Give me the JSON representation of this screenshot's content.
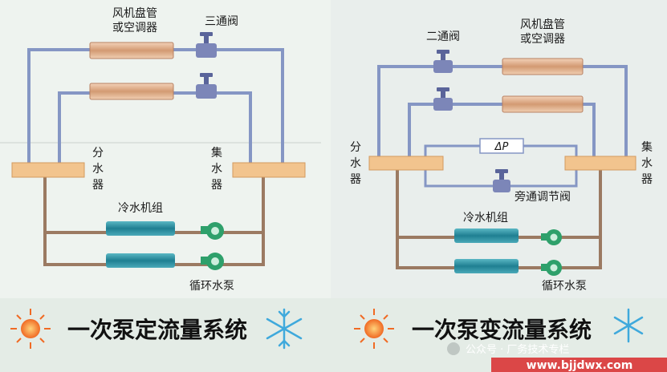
{
  "left": {
    "fan_coil_label_1": "风机盘管",
    "fan_coil_label_2": "或空调器",
    "three_way_valve": "三通阀",
    "distributor": [
      "分",
      "水",
      "器"
    ],
    "collector": [
      "集",
      "水",
      "器"
    ],
    "chiller": "冷水机组",
    "pump": "循环水泵",
    "title": "一次泵定流量系统"
  },
  "right": {
    "two_way_valve": "二通阀",
    "fan_coil_label_1": "风机盘管",
    "fan_coil_label_2": "或空调器",
    "dp_sensor": "ΔP",
    "distributor": [
      "分",
      "水",
      "器"
    ],
    "collector": [
      "集",
      "水",
      "器"
    ],
    "bypass_valve": "旁通调节阀",
    "chiller": "冷水机组",
    "pump": "循环水泵",
    "title": "一次泵变流量系统"
  },
  "watermark": {
    "account": "公众号 · 厂务技术专栏",
    "site": "www.bjjdwx.com"
  },
  "colors": {
    "supply_pipe": "#8596c4",
    "return_pipe": "#9b7a62",
    "header": "#f2c48e",
    "chiller": "#2c8fa0",
    "pump": "#2ea06b",
    "valve": "#7c86b8",
    "coil": "#d9a27a"
  }
}
